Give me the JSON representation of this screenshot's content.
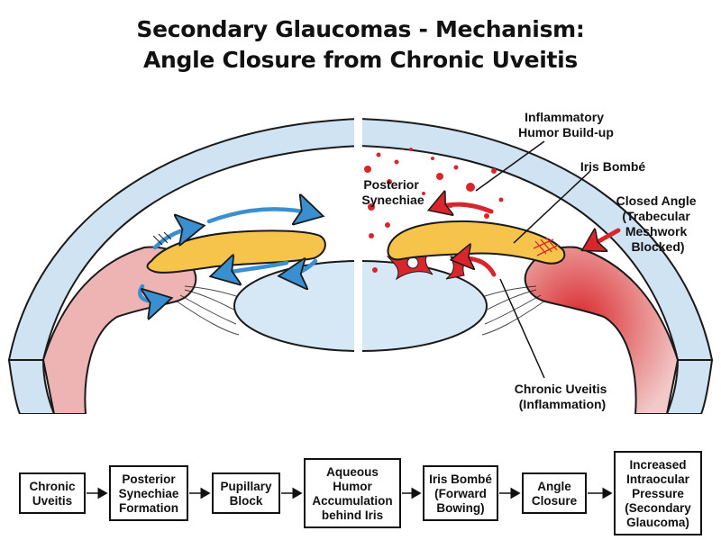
{
  "title": {
    "line1": "Secondary Glaucomas - Mechanism:",
    "line2": "Angle Closure from Chronic Uveitis"
  },
  "labels": {
    "inflammatory": [
      "Inflammatory",
      "Humor Build-up"
    ],
    "iris_bombe": [
      "Iris Bombé"
    ],
    "posterior_synechiae": [
      "Posterior",
      "Synechiae"
    ],
    "closed_angle": [
      "Closed Angle",
      "(Trabecular",
      "Meshwork",
      "Blocked)"
    ],
    "chronic_uveitis": [
      "Chronic Uveitis",
      "(Inflammation)"
    ]
  },
  "flow": [
    {
      "lines": [
        "Chronic",
        "Uveitis"
      ]
    },
    {
      "lines": [
        "Posterior",
        "Synechiae",
        "Formation"
      ]
    },
    {
      "lines": [
        "Pupillary",
        "Block"
      ]
    },
    {
      "lines": [
        "Aqueous",
        "Humor",
        "Accumulation",
        "behind Iris"
      ]
    },
    {
      "lines": [
        "Iris Bombé",
        "(Forward",
        "Bowing)"
      ]
    },
    {
      "lines": [
        "Angle",
        "Closure"
      ]
    },
    {
      "lines": [
        "Increased",
        "Intraocular",
        "Pressure",
        "(Secondary",
        "Glaucoma)"
      ]
    }
  ],
  "colors": {
    "cornea": "#cfe3f3",
    "outline": "#1a1a1a",
    "iris": "#f6c44a",
    "ciliary": "#e8a3a3",
    "inflamed": "#d9262c",
    "flow_arrow": "#3a8fd0",
    "lens": "#d6e7f5"
  }
}
